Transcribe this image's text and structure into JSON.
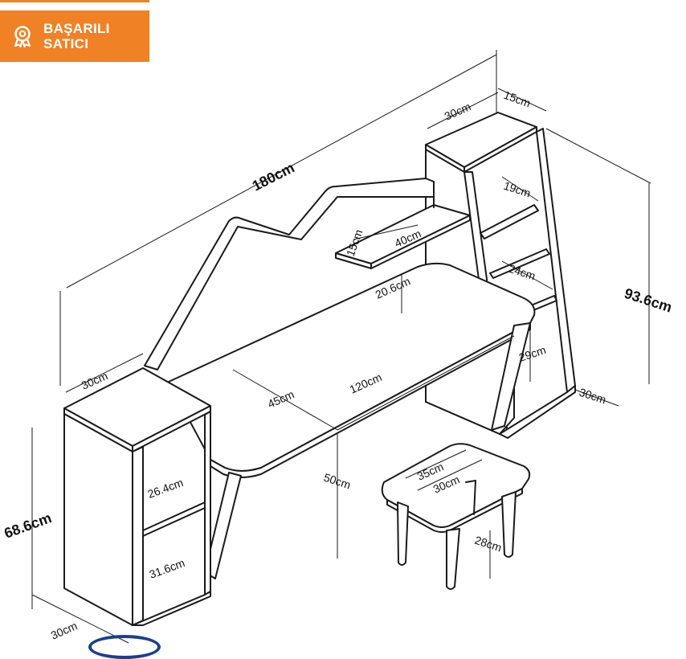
{
  "badge": {
    "line1": "BAŞARILI",
    "line2": "SATICI",
    "icon": "award-ribbon-icon",
    "color": "#f08125"
  },
  "dimensions": {
    "overall_width": "180cm",
    "shelf_top_depth": "30cm",
    "shelf_top_width": "15cm",
    "shelf_gap_1": "19cm",
    "shelf_gap_2": "24cm",
    "shelf_gap_3": "29cm",
    "shelf_tower_height": "93.6cm",
    "shelf_tower_depth": "30cm",
    "monitor_shelf_depth": "15cm",
    "monitor_shelf_width": "40cm",
    "monitor_shelf_height": "20.6cm",
    "desk_depth": "45cm",
    "desk_width": "120cm",
    "desk_height": "50cm",
    "cabinet_top_width": "30cm",
    "cabinet_height": "68.6cm",
    "cabinet_depth": "30cm",
    "cabinet_upper_shelf": "26.4cm",
    "cabinet_lower_shelf": "31.6cm",
    "stool_width": "35cm",
    "stool_depth": "30cm",
    "stool_height": "28cm"
  },
  "colors": {
    "line": "#1a1a1a",
    "seal": "#1c3f8f"
  }
}
